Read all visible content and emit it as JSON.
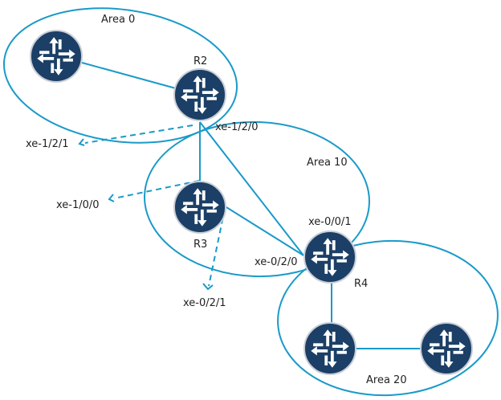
{
  "diagram": {
    "colors": {
      "link": "#1a9ac9",
      "router_fill": "#1b3f66",
      "router_glyph": "#ffffff",
      "label_text": "#222222"
    },
    "areas": [
      {
        "id": "area-0",
        "label": "Area 0"
      },
      {
        "id": "area-10",
        "label": "Area 10"
      },
      {
        "id": "area-20",
        "label": "Area 20"
      }
    ],
    "routers": [
      {
        "id": "r1",
        "label": "",
        "area": "Area 0",
        "icon": "router-icon"
      },
      {
        "id": "r2",
        "label": "R2",
        "area": "Area 0",
        "icon": "router-icon"
      },
      {
        "id": "r3",
        "label": "R3",
        "area": "Area 10",
        "icon": "router-icon"
      },
      {
        "id": "r4",
        "label": "R4",
        "area": "Area 10",
        "icon": "router-icon"
      },
      {
        "id": "r5",
        "label": "",
        "area": "Area 20",
        "icon": "router-icon"
      },
      {
        "id": "r6",
        "label": "",
        "area": "Area 20",
        "icon": "router-icon"
      }
    ],
    "interfaces": {
      "r2_xe120": "xe-1/2/0",
      "r2_xe121": "xe-1/2/1",
      "r3_xe100": "xe-1/0/0",
      "r3_xe021": "xe-0/2/1",
      "r4_xe001": "xe-0/0/1",
      "r4_xe020": "xe-0/2/0"
    },
    "links": [
      {
        "from": "r1",
        "to": "r2",
        "style": "solid"
      },
      {
        "from": "r2",
        "to": "r3",
        "style": "solid"
      },
      {
        "from": "r2",
        "to": "r4",
        "style": "solid"
      },
      {
        "from": "r3",
        "to": "r4",
        "style": "solid"
      },
      {
        "from": "r4",
        "to": "r5",
        "style": "solid"
      },
      {
        "from": "r5",
        "to": "r6",
        "style": "solid"
      },
      {
        "from": "r2",
        "to": "xe-1/2/1",
        "style": "dashed"
      },
      {
        "from": "r3",
        "to": "xe-1/0/0",
        "style": "dashed"
      },
      {
        "from": "r3",
        "to": "xe-0/2/1",
        "style": "dashed"
      }
    ]
  }
}
